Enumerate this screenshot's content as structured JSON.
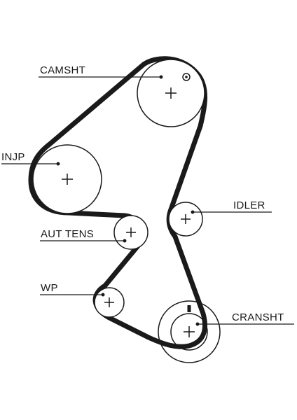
{
  "labels": {
    "camshaft": "CAMSHT",
    "injection_pump": "INJP",
    "idler": "IDLER",
    "auto_tensioner": "AUT TENS",
    "water_pump": "WP",
    "crankshaft": "CRANSHT"
  },
  "colors": {
    "belt": "#1a1a1a",
    "pulley_stroke": "#1a1a1a",
    "background": "#ffffff"
  }
}
